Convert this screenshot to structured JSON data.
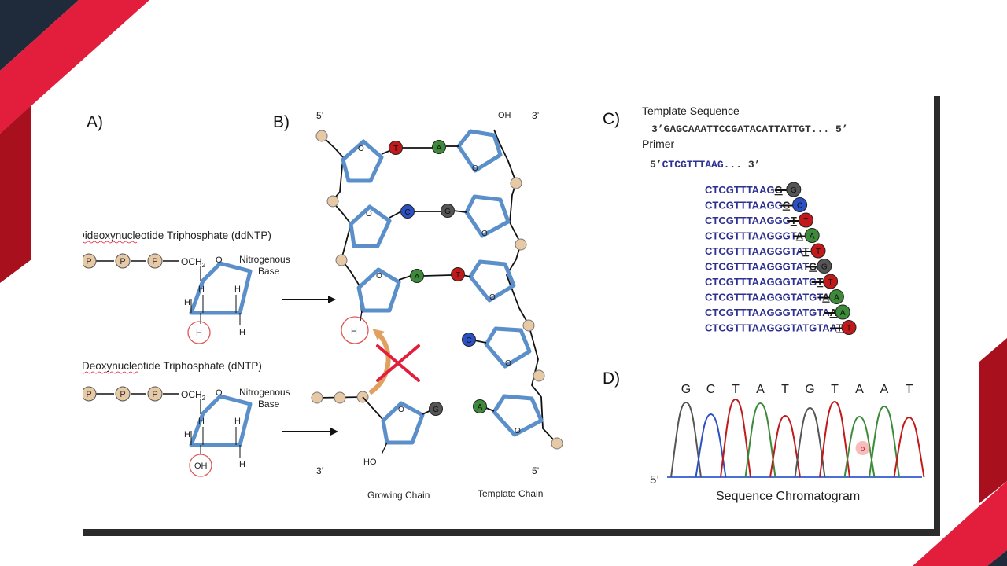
{
  "panels": {
    "a": "A)",
    "b": "B)",
    "c": "C)",
    "d": "D)"
  },
  "panel_a": {
    "ddntp_title": "Dideoxynucleotide Triphosphate (ddNTP)",
    "dntp_title": "Deoxynucleotide Triphosphate (dNTP)",
    "phosphate": "P",
    "och2": "OCH",
    "och2_sub": "2",
    "ring_o": "O",
    "h": "H",
    "oh": "OH",
    "base_line1": "Nitrogenous",
    "base_line2": "Base"
  },
  "panel_b": {
    "five_prime": "5’",
    "three_prime": "3’",
    "oh": "OH",
    "h": "H",
    "ho": "HO",
    "ring_o": "O",
    "growing_chain": "Growing Chain",
    "template_chain": "Template Chain",
    "bases": {
      "T": "T",
      "A": "A",
      "C": "C",
      "G": "G"
    }
  },
  "panel_c": {
    "template_label": "Template Sequence",
    "template_seq": "3’GAGCAAATTCCGATACATTATTGT... 5’",
    "primer_label": "Primer",
    "primer_prefix": "5’",
    "primer_seq": "CTCGTTTAAG",
    "primer_suffix": "... 3’",
    "fragments": [
      {
        "prefix": "CTCGTTTAAG",
        "last": "G",
        "base": "G"
      },
      {
        "prefix": "CTCGTTTAAGG",
        "last": "C",
        "base": "C"
      },
      {
        "prefix": "CTCGTTTAAGGG",
        "last": "T",
        "base": "T"
      },
      {
        "prefix": "CTCGTTTAAGGGT",
        "last": "A",
        "base": "A"
      },
      {
        "prefix": "CTCGTTTAAGGGTA",
        "last": "T",
        "base": "T"
      },
      {
        "prefix": "CTCGTTTAAGGGTAT",
        "last": "G",
        "base": "G"
      },
      {
        "prefix": "CTCGTTTAAGGGTATG",
        "last": "T",
        "base": "T"
      },
      {
        "prefix": "CTCGTTTAAGGGTATGT",
        "last": "A",
        "base": "A"
      },
      {
        "prefix": "CTCGTTTAAGGGTATGTA",
        "last": "A",
        "base": "A"
      },
      {
        "prefix": "CTCGTTTAAGGGTATGTAA",
        "last": "T",
        "base": "T"
      }
    ]
  },
  "panel_d": {
    "bases": [
      "G",
      "C",
      "T",
      "A",
      "T",
      "G",
      "T",
      "A",
      "A",
      "T"
    ],
    "five_prime": "5’",
    "caption": "Sequence Chromatogram",
    "highlight_marker": "o"
  },
  "colors": {
    "A": "#3c8a3a",
    "T": "#c21a1a",
    "G": "#555555",
    "C": "#2b4fc4",
    "sugar": "#5b8fc9",
    "phosphate": "#e8c9a6",
    "primer_text": "#2e3192",
    "accent_red": "#e31d3c",
    "dark_navy": "#1f2a3a",
    "dark_red": "#a8101e"
  }
}
